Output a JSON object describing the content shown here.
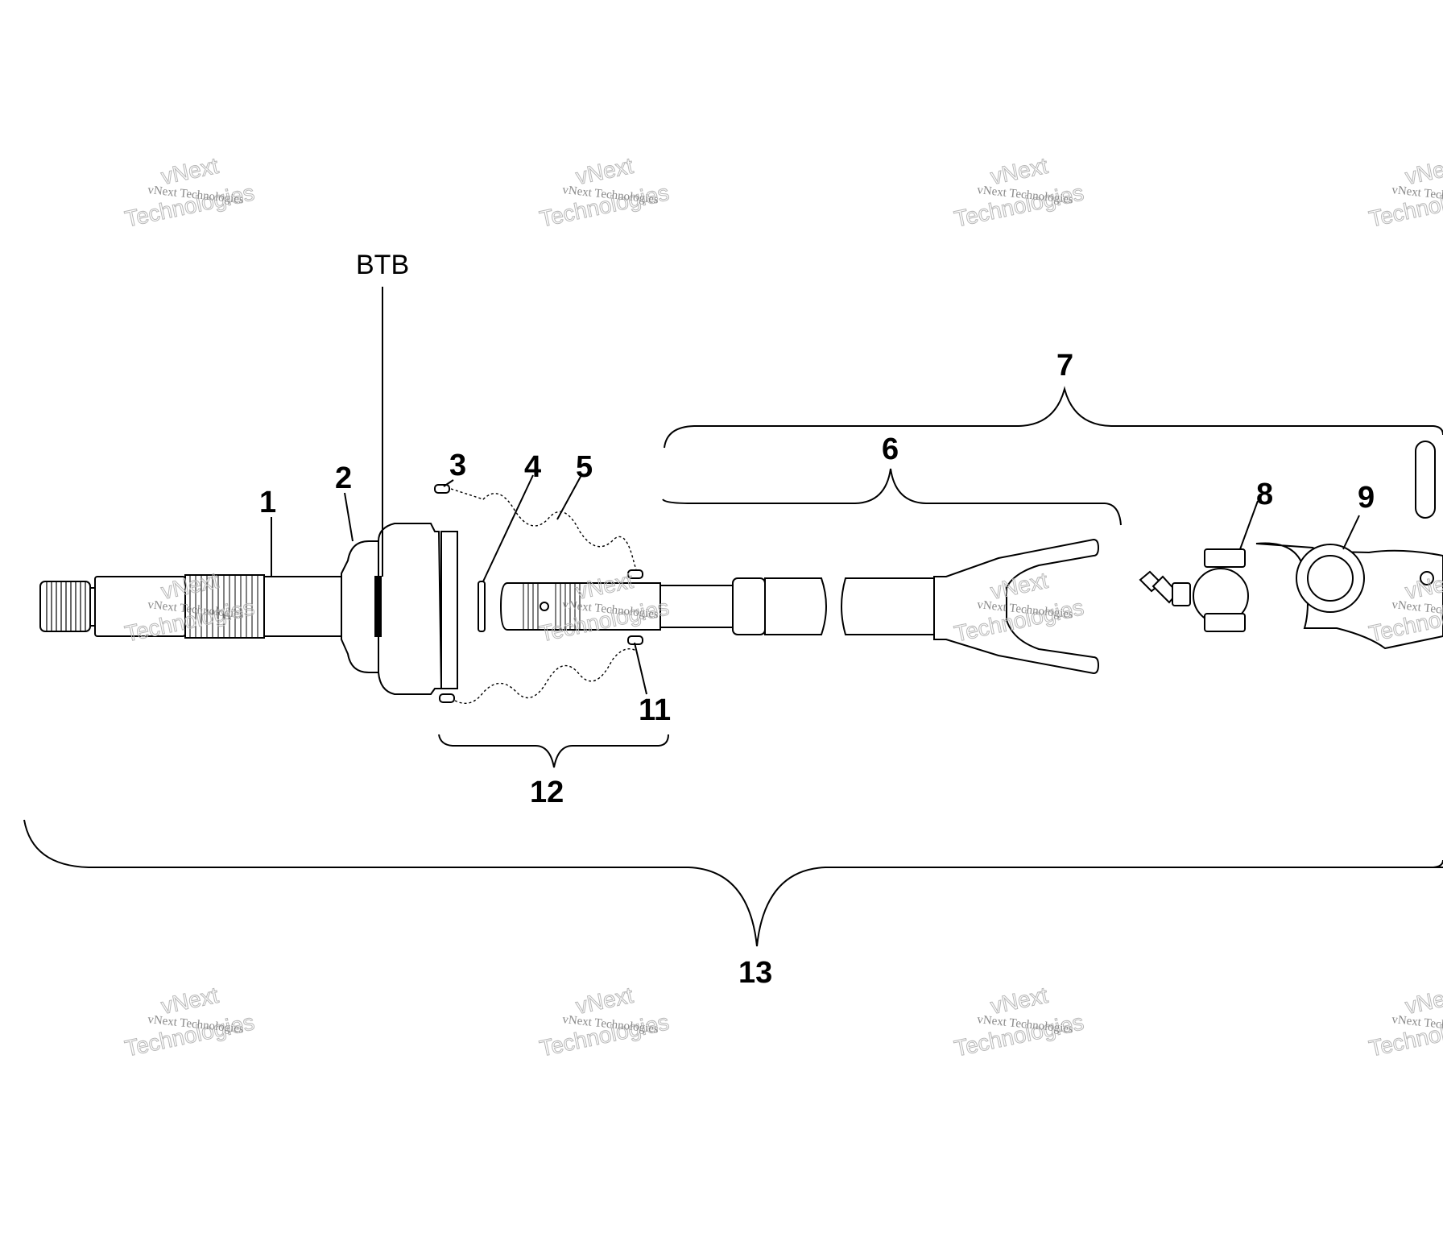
{
  "diagram": {
    "reference_label": "BTB",
    "callouts": {
      "c1": "1",
      "c2": "2",
      "c3": "3",
      "c4": "4",
      "c5": "5",
      "c6": "6",
      "c7": "7",
      "c8": "8",
      "c9": "9",
      "c11": "11",
      "c12": "12",
      "c13": "13"
    }
  },
  "watermark": {
    "line_small": "vNext Technologies",
    "line_big_1": "vNext",
    "line_big_2": "Technologies"
  }
}
